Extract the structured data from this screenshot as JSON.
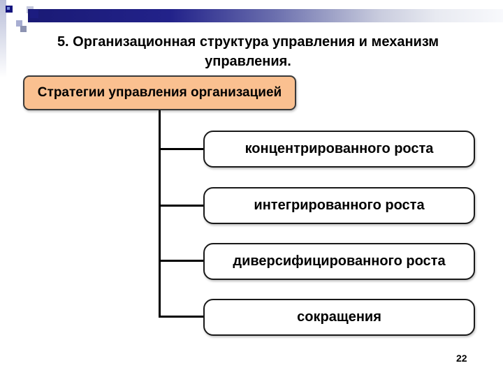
{
  "slide": {
    "title": {
      "line1": "5. Организационная структура управления и механизм",
      "line2": "управления."
    },
    "page_number": "22"
  },
  "diagram": {
    "root": {
      "label": "Стратегии управления организацией",
      "fill": "#FAC090"
    },
    "branches": [
      {
        "label": "концентрированного роста"
      },
      {
        "label": "интегрированного роста"
      },
      {
        "label": "диверсифицированного роста"
      },
      {
        "label": "сокращения"
      }
    ]
  },
  "colors": {
    "root_fill": "#FAC090",
    "bar_navy": "#1A1A78",
    "connector": "#000000",
    "background": "#FFFFFF"
  }
}
